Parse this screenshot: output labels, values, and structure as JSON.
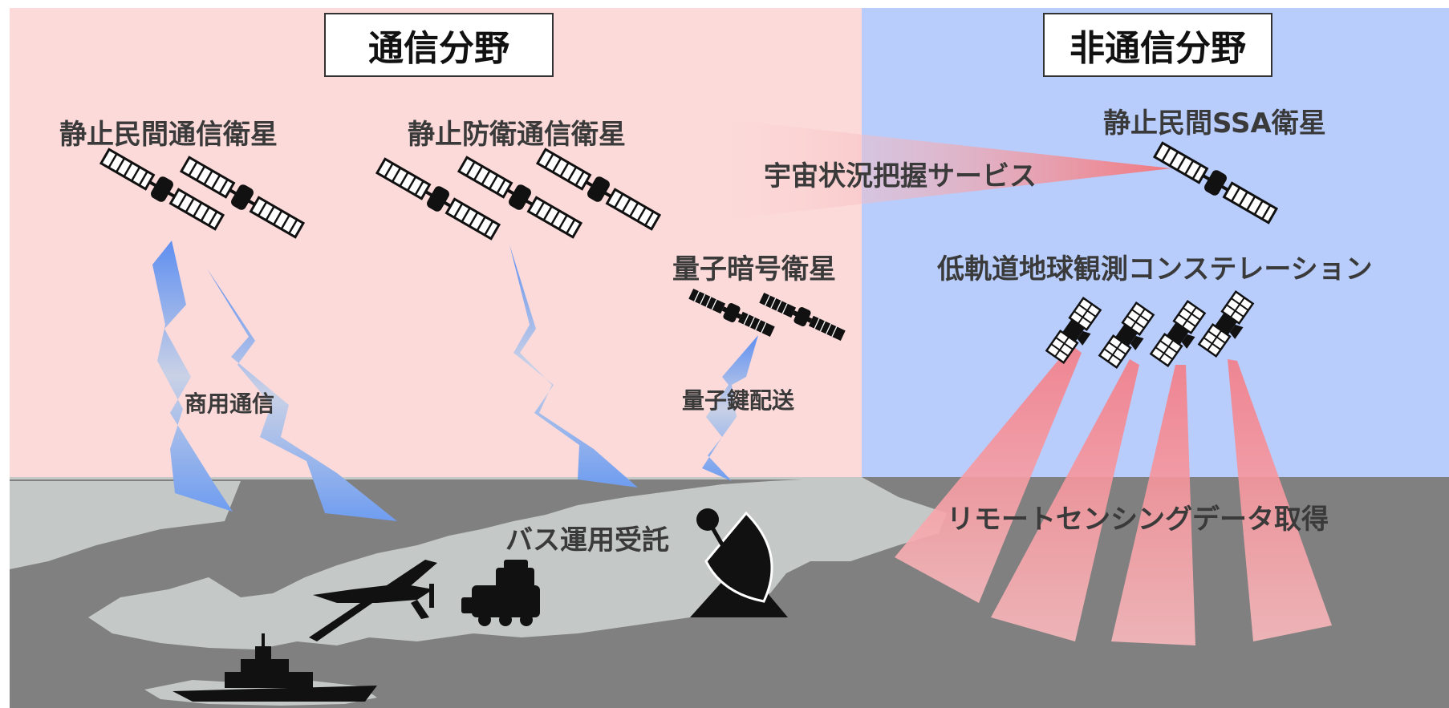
{
  "sections": {
    "comm": "通信分野",
    "noncomm": "非通信分野"
  },
  "satellites": {
    "civil_geo": "静止民間通信衛星",
    "defense_geo": "静止防衛通信衛星",
    "quantum": "量子暗号衛星",
    "ssa": "静止民間SSA衛星",
    "leo": "低軌道地球観測コンステレーション"
  },
  "links": {
    "commercial": "商用通信",
    "qkd": "量子鍵配送",
    "ssa_service": "宇宙状況把握サービス",
    "bus_ops": "バス運用受託",
    "remote_sensing": "リモートセンシングデータ取得"
  },
  "colors": {
    "comm_bg": "#fcdada",
    "noncomm_bg": "#b9cdfd",
    "ground": "#808080",
    "land": "#c4c8c6",
    "beam_blue": "#6f9df0",
    "beam_red": "#f48f96"
  },
  "icons": [
    "satellite-icon",
    "drone-icon",
    "vehicle-icon",
    "antenna-icon",
    "ship-icon"
  ]
}
